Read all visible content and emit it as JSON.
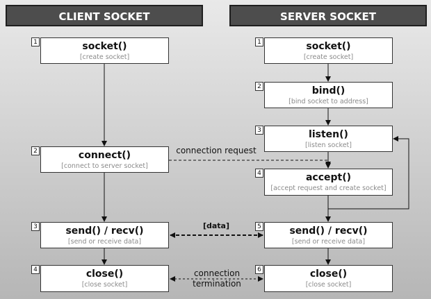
{
  "headers": {
    "client": "CLIENT SOCKET",
    "server": "SERVER SOCKET"
  },
  "client_steps": [
    {
      "num": "1",
      "fn": "socket()",
      "desc": "[create socket]"
    },
    {
      "num": "2",
      "fn": "connect()",
      "desc": "[connect to server socket]"
    },
    {
      "num": "3",
      "fn": "send() / recv()",
      "desc": "[send or receive data]"
    },
    {
      "num": "4",
      "fn": "close()",
      "desc": "[close socket]"
    }
  ],
  "server_steps": [
    {
      "num": "1",
      "fn": "socket()",
      "desc": "[create socket]"
    },
    {
      "num": "2",
      "fn": "bind()",
      "desc": "[bind socket to address]"
    },
    {
      "num": "3",
      "fn": "listen()",
      "desc": "[listen socket]"
    },
    {
      "num": "4",
      "fn": "accept()",
      "desc": "[accept request and create socket]"
    },
    {
      "num": "5",
      "fn": "send() / recv()",
      "desc": "[send or receive data]"
    },
    {
      "num": "6",
      "fn": "close()",
      "desc": "[close socket]"
    }
  ],
  "links": {
    "connection_request": "connection request",
    "data": "[data]",
    "termination_line1": "connection",
    "termination_line2": "termination"
  }
}
